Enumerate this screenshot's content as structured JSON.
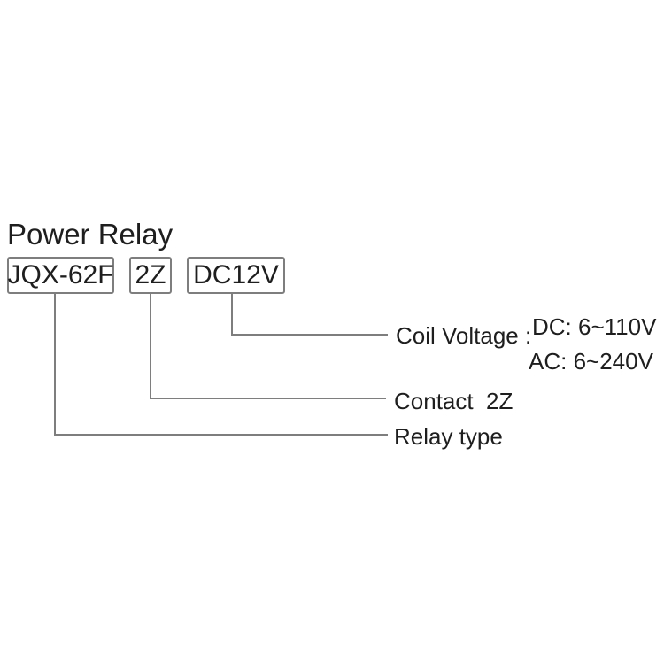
{
  "diagram": {
    "title": "Power Relay",
    "code_boxes": [
      {
        "id": "relay-type",
        "text": "JQX-62F"
      },
      {
        "id": "contact",
        "text": "2Z"
      },
      {
        "id": "coil-voltage",
        "text": "DC12V"
      }
    ],
    "callouts": {
      "coil_voltage": {
        "label": "Coil Voltage :",
        "values": [
          "DC: 6~110V",
          "AC: 6~240V"
        ]
      },
      "contact": {
        "label": "Contact  2Z"
      },
      "relay_type": {
        "label": "Relay type"
      }
    },
    "colors": {
      "background": "#ffffff",
      "text": "#1e1e1e",
      "line": "#7e7e7e"
    }
  }
}
